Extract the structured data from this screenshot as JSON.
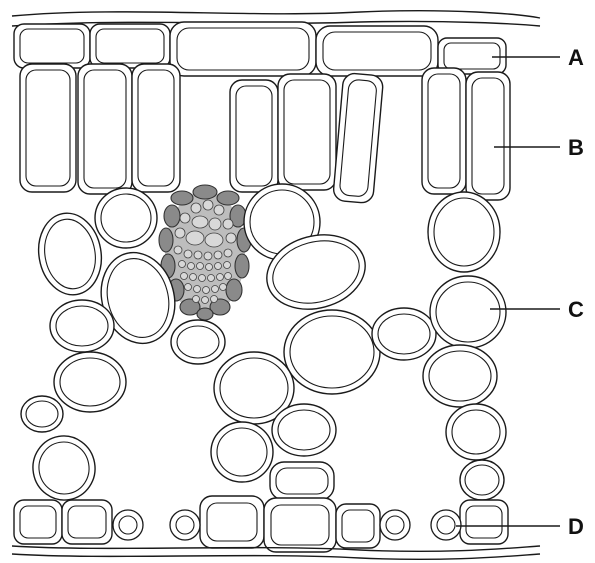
{
  "labels": {
    "a": "A",
    "b": "B",
    "c": "C",
    "d": "D"
  },
  "colors": {
    "outline": "#1a1a1a",
    "bundle_sheath": "#8a8a8a",
    "vein_tissue": "#d8d8d8",
    "background": "#ffffff"
  }
}
